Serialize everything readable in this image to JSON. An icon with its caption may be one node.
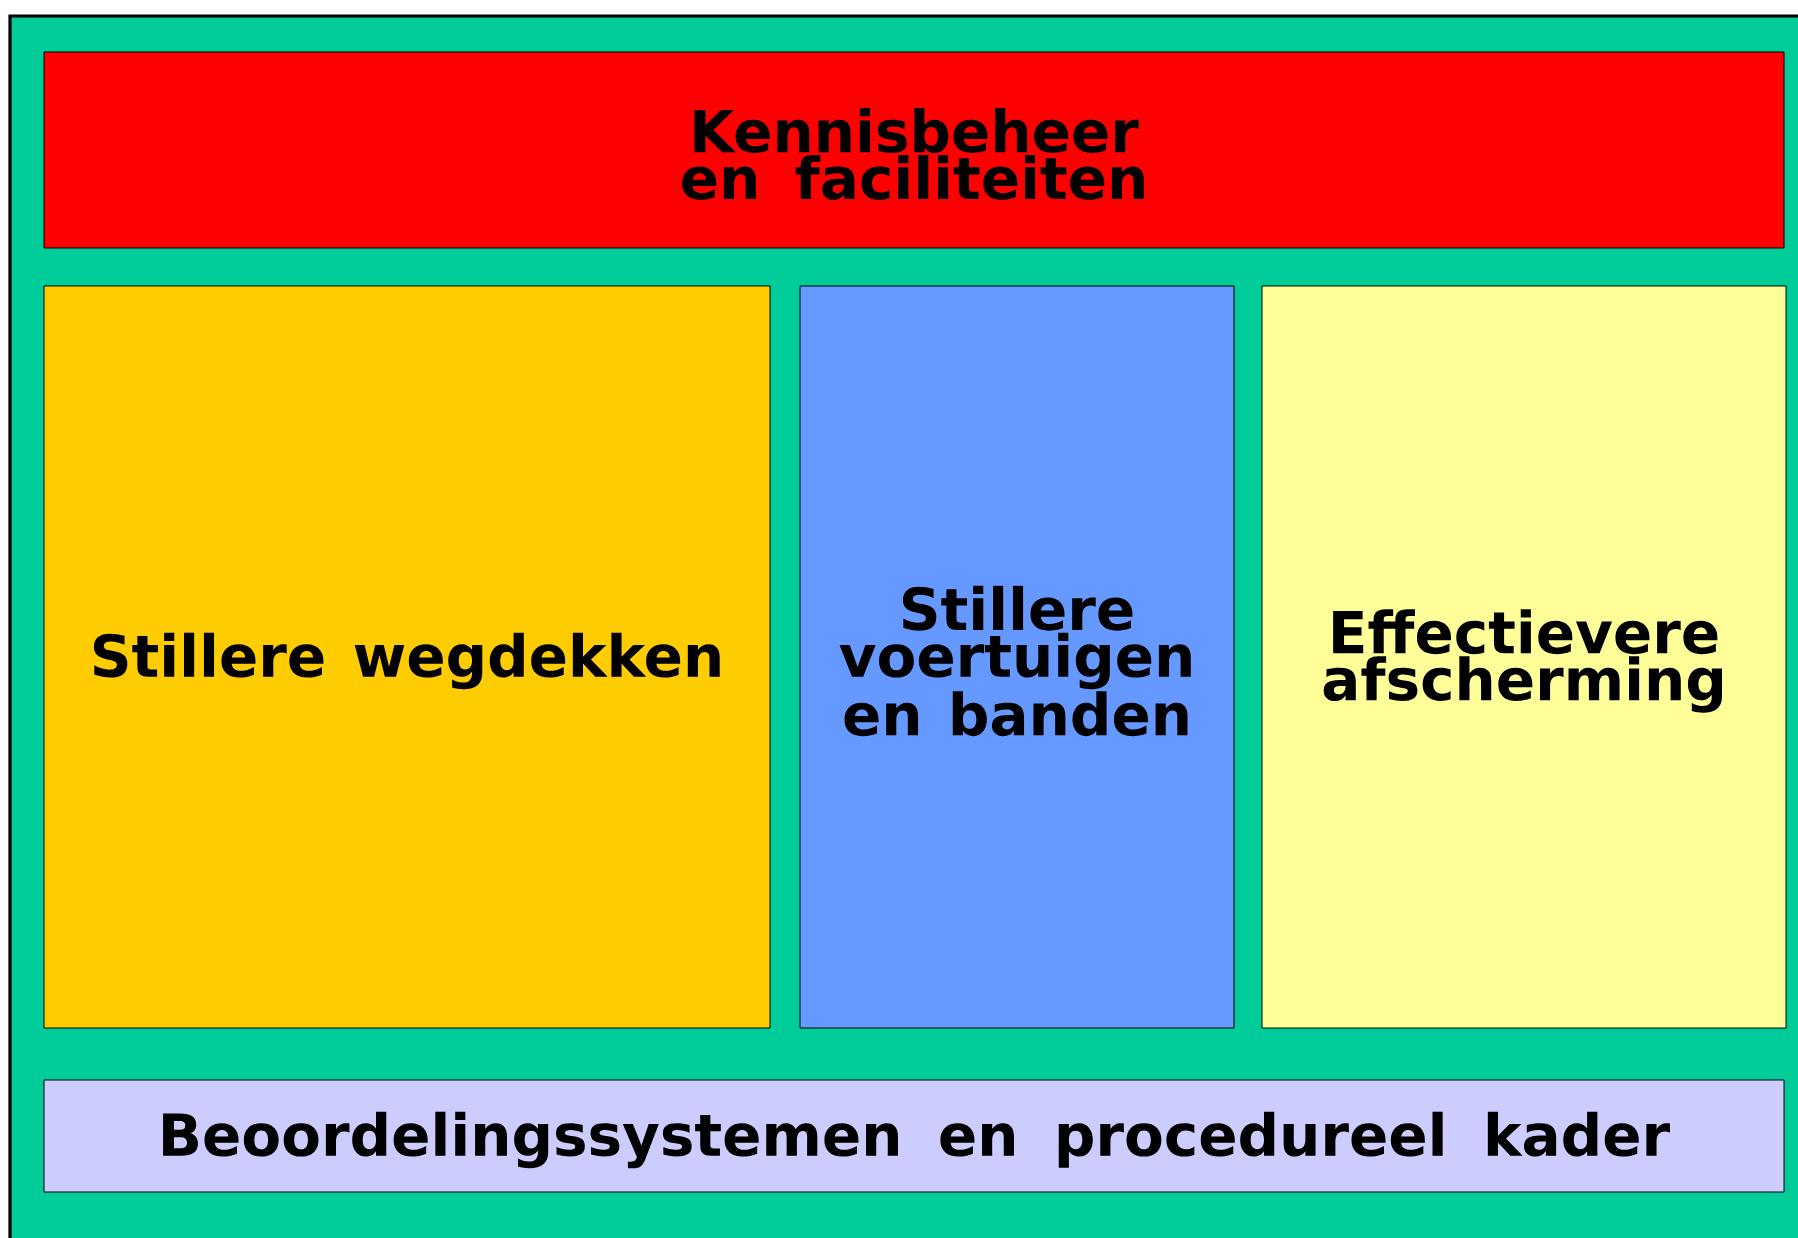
{
  "diagram": {
    "nodes": [
      {
        "text": [],
        "shape": "box"
      },
      {
        "text": [
          "Kennisbeheer en faciliteiten"
        ],
        "in": 0
      },
      {
        "text": [
          "Stillere wegdekken"
        ],
        "in": 0
      },
      {
        "text": [
          "Stillere voertuigen en banden"
        ],
        "in": 0
      },
      {
        "text": [
          "Effectievere afscherming"
        ],
        "in": 0
      },
      {
        "text": [
          "Beoordelingssystemen en procedureel kader"
        ],
        "in": 0
      }
    ]
  }
}
